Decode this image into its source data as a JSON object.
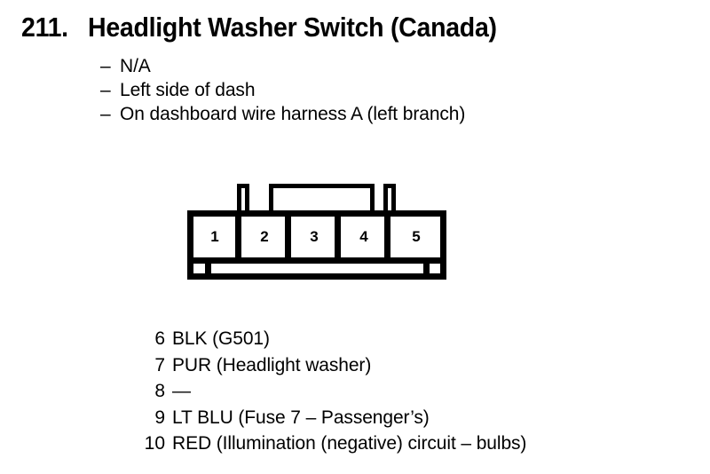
{
  "page": {
    "section_number": "211.",
    "title": "Headlight Washer Switch (Canada)"
  },
  "details": [
    {
      "dash": "–",
      "text": "N/A"
    },
    {
      "dash": "–",
      "text": "Left side of dash"
    },
    {
      "dash": "–",
      "text": "On dashboard wire harness A (left branch)"
    }
  ],
  "connector": {
    "pins": [
      "1",
      "2",
      "3",
      "4",
      "5"
    ]
  },
  "pin_list": [
    {
      "number": "6",
      "label": "BLK (G501)"
    },
    {
      "number": "7",
      "label": "PUR (Headlight washer)"
    },
    {
      "number": "8",
      "label": "—"
    },
    {
      "number": "9",
      "label": "LT BLU (Fuse 7 – Passenger’s)"
    },
    {
      "number": "10",
      "label": "RED (Illumination (negative) circuit – bulbs)"
    }
  ],
  "colors": {
    "ink": "#000000",
    "paper": "#ffffff"
  }
}
